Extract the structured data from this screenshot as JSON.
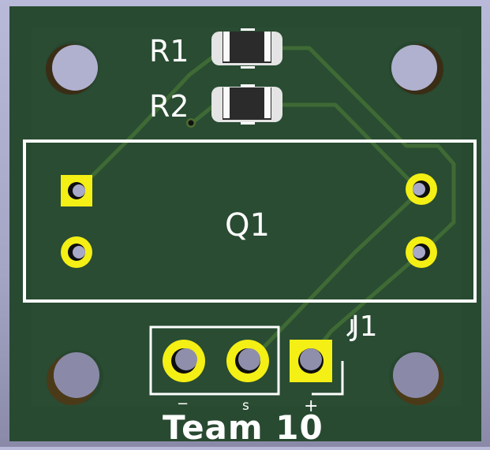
{
  "app": {
    "view": "3D PCB Viewer"
  },
  "colors": {
    "background": "#b3b3d3",
    "board": "#284a31",
    "trace": "#3f6a35",
    "pad": "#f4ef14",
    "silkscreen": "#ffffff",
    "hole": "#a8a8c8",
    "resistor_body": "#2b2b2b",
    "resistor_cap": "#e4e4e4"
  },
  "board": {
    "components": [
      {
        "ref": "R1",
        "type": "resistor-smd"
      },
      {
        "ref": "R2",
        "type": "resistor-smd"
      },
      {
        "ref": "Q1",
        "type": "transistor-tht",
        "pins": 4
      },
      {
        "ref": "J1",
        "type": "connector-3pin"
      }
    ],
    "labels": {
      "r1": "R1",
      "r2": "R2",
      "q1": "Q1",
      "j1": "J1",
      "pin_minus": "−",
      "pin_s": "s",
      "pin_plus": "+",
      "team": "Team 10"
    },
    "mounting_holes": 4
  }
}
